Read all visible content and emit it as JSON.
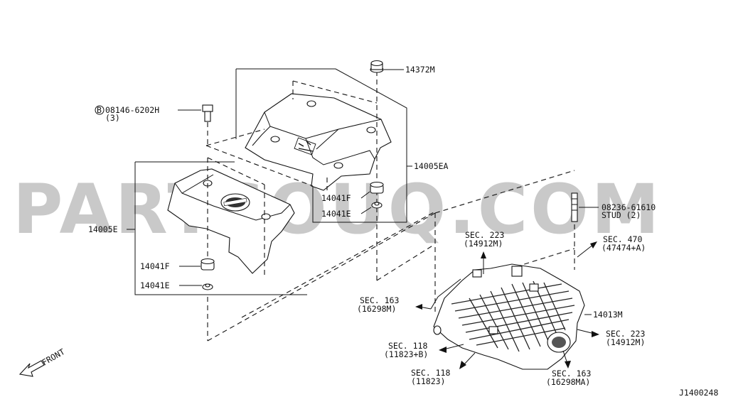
{
  "watermark": "PARTSOUQ.COM",
  "diagram_id": "J1400248",
  "front_label": "FRONT",
  "parts": {
    "p14372M": "14372M",
    "bolt_bullet": "B",
    "bolt_code": "08146-6202H",
    "bolt_qty": "(3)",
    "p14005EA": "14005EA",
    "p14005E": "14005E",
    "p14041F_upper": "14041F",
    "p14041E_upper": "14041E",
    "p14041F_lower": "14041F",
    "p14041E_lower": "14041E",
    "stud_code": "08236-61610",
    "stud_name": "STUD (2)",
    "p14013M": "14013M"
  },
  "sections": {
    "sec223_top_a": "SEC. 223",
    "sec223_top_b": "(14912M)",
    "sec470_a": "SEC. 470",
    "sec470_b": "(47474+A)",
    "sec163_left_a": "SEC. 163",
    "sec163_left_b": "(16298M)",
    "sec223_right_a": "SEC. 223",
    "sec223_right_b": "(14912M)",
    "sec118_a": "SEC. 118",
    "sec118_b": "(11823+B)",
    "sec118_lower_a": "SEC. 118",
    "sec118_lower_b": "(11823)",
    "sec163_right_a": "SEC. 163",
    "sec163_right_b": "(16298MA)"
  }
}
